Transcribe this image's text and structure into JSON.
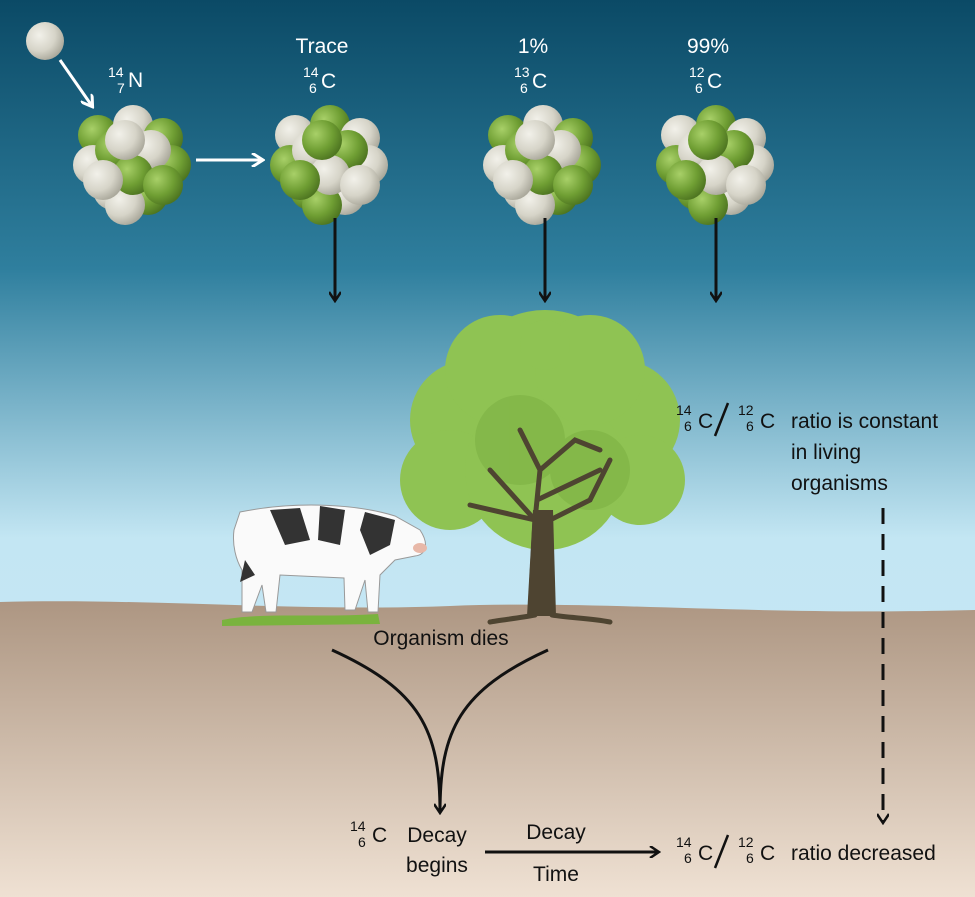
{
  "isotopes": {
    "n14": {
      "mass": "14",
      "number": "7",
      "symbol": "N"
    },
    "c14": {
      "label": "Trace",
      "mass": "14",
      "number": "6",
      "symbol": "C"
    },
    "c13": {
      "label": "1%",
      "mass": "13",
      "number": "6",
      "symbol": "C"
    },
    "c12": {
      "label": "99%",
      "mass": "12",
      "number": "6",
      "symbol": "C"
    }
  },
  "ratio_living": {
    "num_mass": "14",
    "num_number": "6",
    "num_symbol": "C",
    "den_mass": "12",
    "den_number": "6",
    "den_symbol": "C",
    "slash": "/",
    "line1": "ratio is constant",
    "line2": "in living",
    "line3": "organisms"
  },
  "organism_dies": "Organism dies",
  "decay_begins": {
    "mass": "14",
    "number": "6",
    "symbol": "C",
    "line1": "Decay",
    "line2": "begins"
  },
  "decay_arrow": {
    "top": "Decay",
    "bottom": "Time"
  },
  "ratio_dead": {
    "num_mass": "14",
    "num_number": "6",
    "num_symbol": "C",
    "den_mass": "12",
    "den_number": "6",
    "den_symbol": "C",
    "slash": "/",
    "text": "ratio decreased"
  },
  "colors": {
    "proton": "#7aa83a",
    "neutron": "#dcdad0",
    "sky_top": "#0c4d68",
    "sky_bottom": "#c5e7f4",
    "ground": "#b39d88",
    "tree": "#8fc353",
    "trunk": "#4e4431"
  }
}
